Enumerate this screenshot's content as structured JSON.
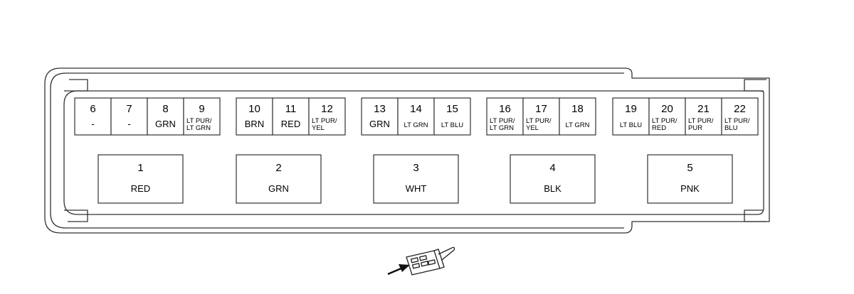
{
  "connector": {
    "small_terminals": [
      {
        "number": "6",
        "color": [
          "-"
        ]
      },
      {
        "number": "7",
        "color": [
          "-"
        ]
      },
      {
        "number": "8",
        "color": [
          "GRN"
        ]
      },
      {
        "number": "9",
        "color": [
          "LT PUR/",
          "LT GRN"
        ]
      },
      {
        "number": "10",
        "color": [
          "BRN"
        ]
      },
      {
        "number": "11",
        "color": [
          "RED"
        ]
      },
      {
        "number": "12",
        "color": [
          "LT PUR/",
          "YEL"
        ]
      },
      {
        "number": "13",
        "color": [
          "GRN"
        ]
      },
      {
        "number": "14",
        "color": [
          "LT GRN"
        ]
      },
      {
        "number": "15",
        "color": [
          "LT BLU"
        ]
      },
      {
        "number": "16",
        "color": [
          "LT PUR/",
          "LT GRN"
        ]
      },
      {
        "number": "17",
        "color": [
          "LT PUR/",
          "YEL"
        ]
      },
      {
        "number": "18",
        "color": [
          "LT GRN"
        ]
      },
      {
        "number": "19",
        "color": [
          "LT BLU"
        ]
      },
      {
        "number": "20",
        "color": [
          "LT PUR/",
          "RED"
        ]
      },
      {
        "number": "21",
        "color": [
          "LT PUR/",
          "PUR"
        ]
      },
      {
        "number": "22",
        "color": [
          "LT PUR/",
          "BLU"
        ]
      }
    ],
    "large_terminals": [
      {
        "number": "1",
        "color": "RED"
      },
      {
        "number": "2",
        "color": "GRN"
      },
      {
        "number": "3",
        "color": "WHT"
      },
      {
        "number": "4",
        "color": "BLK"
      },
      {
        "number": "5",
        "color": "PNK"
      }
    ],
    "line_color": "#333333"
  }
}
